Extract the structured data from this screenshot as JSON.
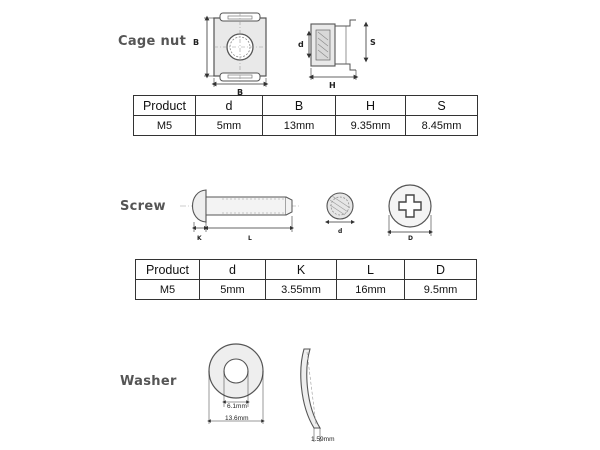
{
  "sections": {
    "cage_nut": {
      "label": "Cage nut",
      "dims": {
        "b_side": "B",
        "b_bottom": "B",
        "d": "d",
        "h": "H",
        "s": "S"
      },
      "headers": [
        "Product",
        "d",
        "B",
        "H",
        "S"
      ],
      "values": [
        "M5",
        "5mm",
        "13mm",
        "9.35mm",
        "8.45mm"
      ]
    },
    "screw": {
      "label": "Screw",
      "dims": {
        "k": "K",
        "l": "L",
        "d": "d",
        "D": "D"
      },
      "headers": [
        "Product",
        "d",
        "K",
        "L",
        "D"
      ],
      "values": [
        "M5",
        "5mm",
        "3.55mm",
        "16mm",
        "9.5mm"
      ]
    },
    "washer": {
      "label": "Washer",
      "dims": {
        "inner": "6.1mm",
        "outer": "13.6mm",
        "thickness": "1.59mm"
      }
    }
  }
}
